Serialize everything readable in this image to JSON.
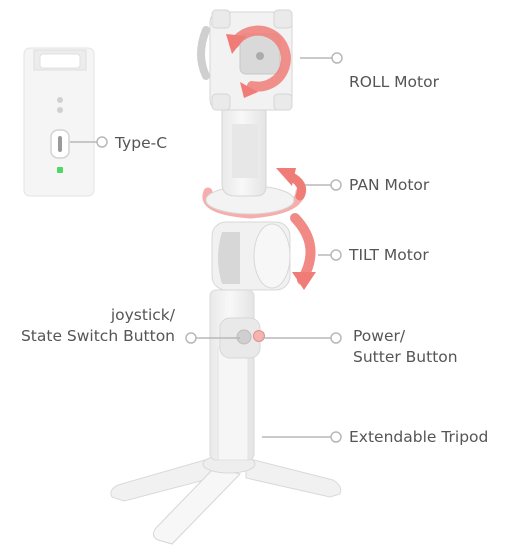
{
  "labels": {
    "roll_motor": "ROLL Motor",
    "type_c": "Type-C",
    "pan_motor": "PAN Motor",
    "tilt_motor": "TILT Motor",
    "joystick_line1": "joystick/",
    "joystick_line2": "State Switch Button",
    "power_line1": "Power/",
    "power_line2": "Sutter Button",
    "extendable_tripod": "Extendable Tripod"
  },
  "colors": {
    "body": "#f4f4f4",
    "body_shadow": "#e2e2e2",
    "outline": "#d6d6d6",
    "arrow": "#f07c78",
    "leader_line": "#b5b5b5",
    "text": "#555555",
    "led": "#4cd964"
  }
}
